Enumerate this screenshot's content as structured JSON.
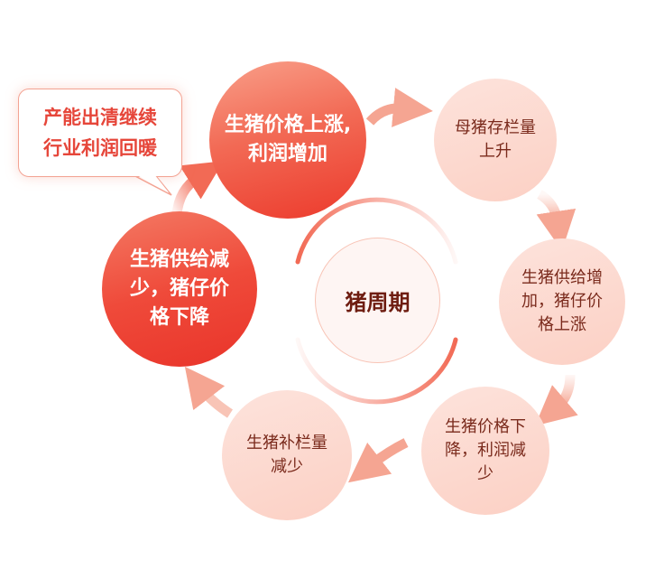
{
  "title": "猪周期",
  "callout": {
    "line1": "产能出清继续",
    "line2": "行业利润回暖"
  },
  "nodes": [
    {
      "line1": "生猪价格上涨,",
      "line2": "利润增加"
    },
    {
      "line1": "母猪存栏量",
      "line2": "上升"
    },
    {
      "line1": "生猪供给增",
      "line2": "加，猪仔价",
      "line3": "格上涨"
    },
    {
      "line1": "生猪价格下",
      "line2": "降，利润减",
      "line3": "少"
    },
    {
      "line1": "生猪补栏量",
      "line2": "减少"
    },
    {
      "line1": "生猪供给减",
      "line2": "少，猪仔价",
      "line3": "格下降"
    }
  ],
  "colors": {
    "accent": "#ec3a2c",
    "light": "#fcd0c4",
    "text_dark": "#7a2a1c"
  }
}
